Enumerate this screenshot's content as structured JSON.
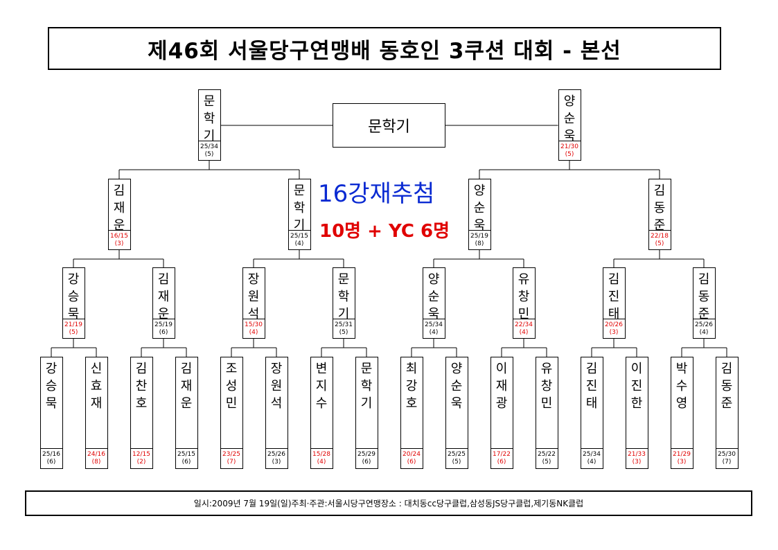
{
  "title": "제46회 서울당구연맹배 동호인 3쿠션 대회 - 본선",
  "champion": "문학기",
  "draw_title": "16강재추첨",
  "draw_subtitle": "10명 + YC 6명",
  "footer": {
    "date": "일시:2009년 7월 19일(일)",
    "host": "주최·주관:서울시당구연맹",
    "venue": "장소 : 대치동cc당구클럽,삼성동JS당구클럽,제기동NK클럽"
  },
  "colors": {
    "draw_title": "#0a2ad2",
    "highlight": "#e00000"
  },
  "rounds": [
    {
      "label": "round-of-16",
      "players": [
        {
          "name": "강승묵",
          "score": "25/16",
          "rank": "(6)",
          "highlight": false
        },
        {
          "name": "신효재",
          "score": "24/16",
          "rank": "(8)",
          "highlight": true
        },
        {
          "name": "김찬호",
          "score": "12/15",
          "rank": "(2)",
          "highlight": true
        },
        {
          "name": "김재운",
          "score": "25/15",
          "rank": "(6)",
          "highlight": false
        },
        {
          "name": "조성민",
          "score": "23/25",
          "rank": "(7)",
          "highlight": true
        },
        {
          "name": "장원석",
          "score": "25/26",
          "rank": "(3)",
          "highlight": false
        },
        {
          "name": "변지수",
          "score": "15/28",
          "rank": "(4)",
          "highlight": true
        },
        {
          "name": "문학기",
          "score": "25/29",
          "rank": "(6)",
          "highlight": false
        },
        {
          "name": "최강호",
          "score": "20/24",
          "rank": "(6)",
          "highlight": true
        },
        {
          "name": "양순욱",
          "score": "25/25",
          "rank": "(5)",
          "highlight": false
        },
        {
          "name": "이재광",
          "score": "17/22",
          "rank": "(6)",
          "highlight": true
        },
        {
          "name": "유창민",
          "score": "25/22",
          "rank": "(5)",
          "highlight": false
        },
        {
          "name": "김진태",
          "score": "25/34",
          "rank": "(4)",
          "highlight": false
        },
        {
          "name": "이진한",
          "score": "21/33",
          "rank": "(3)",
          "highlight": true
        },
        {
          "name": "박수영",
          "score": "21/29",
          "rank": "(3)",
          "highlight": true
        },
        {
          "name": "김동준",
          "score": "25/30",
          "rank": "(7)",
          "highlight": false
        }
      ]
    },
    {
      "label": "quarterfinal-8",
      "players": [
        {
          "name": "강승묵",
          "score": "21/19",
          "rank": "(5)",
          "highlight": true
        },
        {
          "name": "김재운",
          "score": "25/19",
          "rank": "(6)",
          "highlight": false
        },
        {
          "name": "장원석",
          "score": "15/30",
          "rank": "(4)",
          "highlight": true
        },
        {
          "name": "문학기",
          "score": "25/31",
          "rank": "(5)",
          "highlight": false
        },
        {
          "name": "양순욱",
          "score": "25/34",
          "rank": "(4)",
          "highlight": false
        },
        {
          "name": "유창민",
          "score": "22/34",
          "rank": "(4)",
          "highlight": true
        },
        {
          "name": "김진태",
          "score": "20/26",
          "rank": "(3)",
          "highlight": true
        },
        {
          "name": "김동준",
          "score": "25/26",
          "rank": "(4)",
          "highlight": false
        }
      ]
    },
    {
      "label": "quarterfinal-4",
      "players": [
        {
          "name": "김재운",
          "score": "16/15",
          "rank": "(3)",
          "highlight": true
        },
        {
          "name": "문학기",
          "score": "25/15",
          "rank": "(4)",
          "highlight": false
        },
        {
          "name": "양순욱",
          "score": "25/19",
          "rank": "(8)",
          "highlight": false
        },
        {
          "name": "김동준",
          "score": "22/18",
          "rank": "(5)",
          "highlight": true
        }
      ]
    },
    {
      "label": "semifinal",
      "players": [
        {
          "name": "문학기",
          "score": "25/34",
          "rank": "(5)",
          "highlight": false
        },
        {
          "name": "양순욱",
          "score": "21/30",
          "rank": "(5)",
          "highlight": true
        }
      ]
    }
  ]
}
